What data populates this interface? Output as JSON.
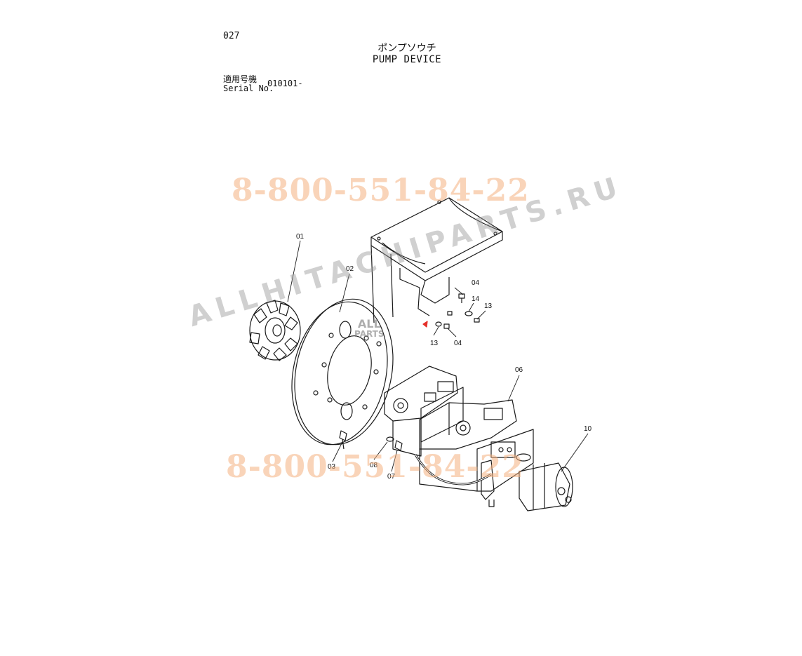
{
  "header": {
    "page_number": "027",
    "title_jp": "ポンプソウチ",
    "title_en": "PUMP DEVICE",
    "serial_label_jp": "適用号機",
    "serial_label_en": "Serial No.",
    "serial_value": "010101-"
  },
  "watermarks": {
    "phone_top": "8-800-551-84-22",
    "phone_bottom": "8-800-551-84-22",
    "site": "ALLHITACHIPARTS.RU",
    "logo_line1": "ALL",
    "logo_line2": "PARTS"
  },
  "callouts": [
    {
      "id": "01",
      "label": "01"
    },
    {
      "id": "02",
      "label": "02"
    },
    {
      "id": "03",
      "label": "03"
    },
    {
      "id": "04a",
      "label": "04"
    },
    {
      "id": "04b",
      "label": "04"
    },
    {
      "id": "06",
      "label": "06"
    },
    {
      "id": "07",
      "label": "07"
    },
    {
      "id": "08",
      "label": "08"
    },
    {
      "id": "10",
      "label": "10"
    },
    {
      "id": "13a",
      "label": "13"
    },
    {
      "id": "13b",
      "label": "13"
    },
    {
      "id": "14",
      "label": "14"
    }
  ]
}
